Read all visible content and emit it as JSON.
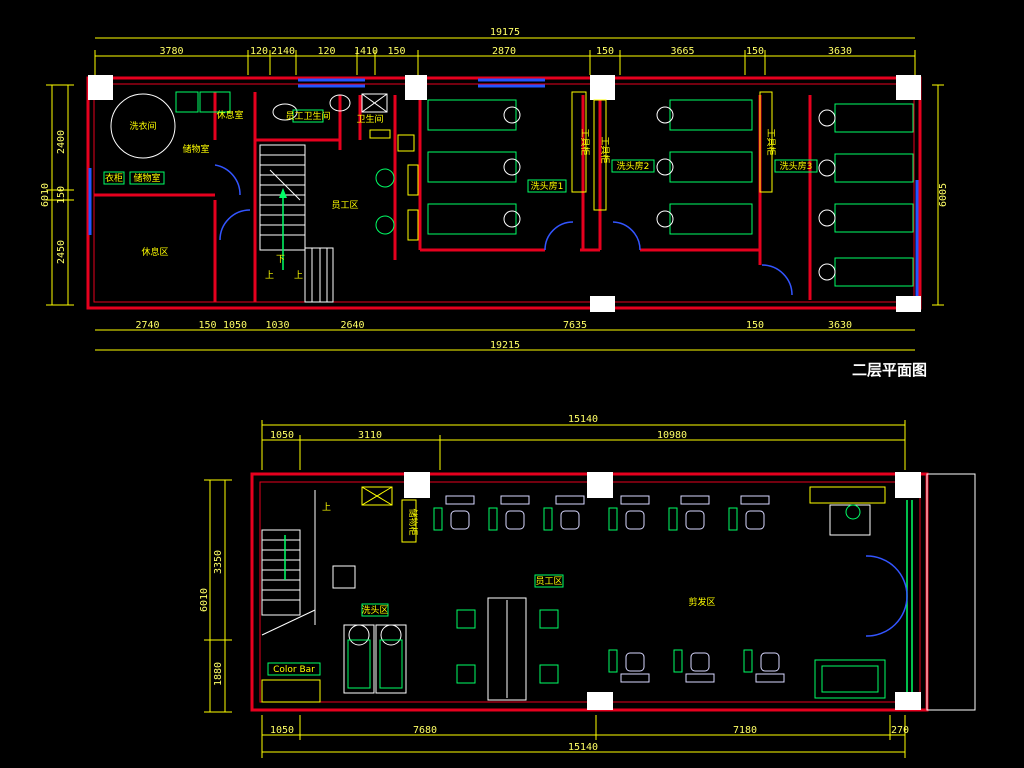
{
  "title_upper": "二层平面图",
  "upper": {
    "dim_total_top": "19175",
    "dim_top": [
      "3780",
      "120",
      "2140",
      "120",
      "1410",
      "150",
      "2870",
      "150",
      "3665",
      "150",
      "3630"
    ],
    "dim_bottom": [
      "2740",
      "150",
      "1050",
      "1030",
      "2640",
      "7635",
      "150",
      "3630"
    ],
    "dim_total_bottom": "19215",
    "dim_left": [
      "2400",
      "150",
      "2450"
    ],
    "dim_left_total": "6010",
    "dim_right": "6005",
    "rooms": {
      "r1": "洗衣间",
      "r2": "储物室",
      "r3": "休息区",
      "r4": "衣柜",
      "r5": "储物室",
      "r6": "员工卫生间",
      "r7": "休息室",
      "r8": "卫生间",
      "r9": "员工区",
      "r10": "洗头房1",
      "r11": "洗头房2",
      "r12": "洗头房3",
      "r13": "工具柜",
      "r14": "工具柜",
      "r15": "工具柜"
    },
    "stair_down": "下",
    "stair_up_a": "上",
    "stair_up_b": "上"
  },
  "lower": {
    "dim_total_top": "15140",
    "dim_top": [
      "1050",
      "3110",
      "10980"
    ],
    "dim_bottom": [
      "1050",
      "7680",
      "7180",
      "270"
    ],
    "dim_total_bottom": "15140",
    "dim_left": [
      "3350",
      "1880"
    ],
    "dim_left_total": "6010",
    "rooms": {
      "r1": "洗头区",
      "r2": "员工区",
      "r3": "剪发区",
      "r4": "Color Bar",
      "r5": "储物柜"
    },
    "stair_up": "上"
  },
  "colors": {
    "wall": "#e6001e",
    "dim": "#ffff00",
    "furniture": "#00ff66",
    "window": "#2255ff",
    "door": "#3355ff",
    "column": "#ffffff",
    "chair": "#d8d8ff"
  }
}
